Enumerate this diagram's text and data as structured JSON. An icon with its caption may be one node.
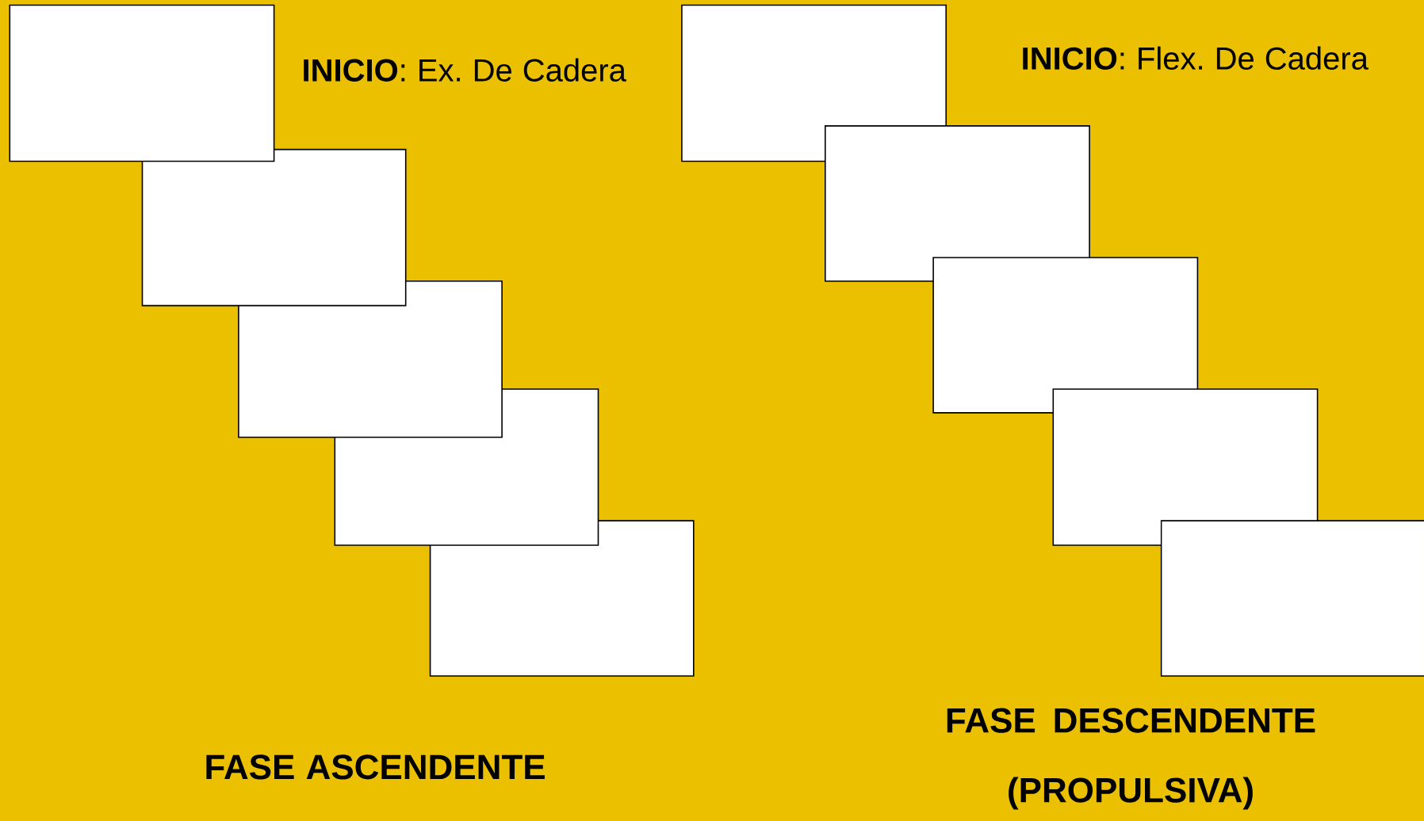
{
  "diagram": {
    "nodes": [
      {
        "text": [],
        "shape": "box"
      },
      {
        "text": [],
        "shape": "box"
      },
      {
        "text": [],
        "shape": "box"
      },
      {
        "text": [],
        "shape": "box"
      },
      {
        "text": [],
        "shape": "box"
      },
      {
        "text": [],
        "shape": "box"
      },
      {
        "text": [],
        "shape": "box"
      },
      {
        "text": [],
        "shape": "box"
      },
      {
        "text": [],
        "shape": "box"
      },
      {
        "text": [],
        "shape": "box"
      }
    ],
    "labels": [
      "**INICIO**: Ex. De Cadera",
      "**INICIO**: Flex. De Cadera",
      "FASE ASCENDENTE",
      "FASE DESCENDENTE (PROPULSIVA)"
    ]
  }
}
